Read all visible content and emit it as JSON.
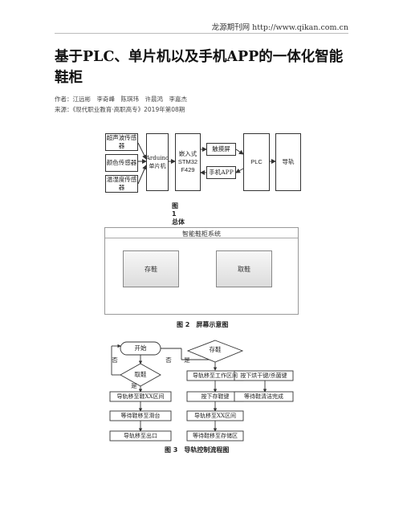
{
  "header": {
    "site": "龙源期刊网 http://www.qikan.com.cn"
  },
  "article": {
    "title": "基于PLC、单片机以及手机APP的一体化智能鞋柜",
    "authors": "作者：江远彬　李奇峰　陈琪玮　许晨鸿　李嘉杰",
    "source": "来源：《现代职业教育·高职高专》2019年第08期"
  },
  "figure1": {
    "caption_num": "图 1",
    "caption_text": "总体设计框图",
    "sensors": [
      "超声波传感器",
      "颜色传感器",
      "温湿度传感器"
    ],
    "mcu": "Arduino单片机",
    "embedded": [
      "嵌入式",
      "STM32",
      "F429"
    ],
    "touch": "触摸屏",
    "app": "手机APP",
    "plc": "PLC",
    "rail": "导轨"
  },
  "figure2": {
    "caption_num": "图 2",
    "caption_text": "屏幕示意图",
    "window_title": "智能鞋柜系统",
    "store_button": "存鞋",
    "take_button": "取鞋"
  },
  "figure3": {
    "caption_num": "图 3",
    "caption_text": "导轨控制流程图",
    "start": "开始",
    "store_decision": "存鞋",
    "take_decision": "取鞋",
    "no1": "否",
    "no2": "否",
    "yes1": "是",
    "yes2": "是",
    "left_steps": [
      "导轨移至鞋XX区间",
      "等待鞋移至滑台",
      "导轨移至出口"
    ],
    "mid_steps": [
      "导轨移至工作区间",
      "按下存鞋键",
      "导轨移至XX区间",
      "等待鞋移至存储区"
    ],
    "right_steps": [
      "按下烘干键/杀菌键",
      "等待鞋清洁完成"
    ]
  }
}
